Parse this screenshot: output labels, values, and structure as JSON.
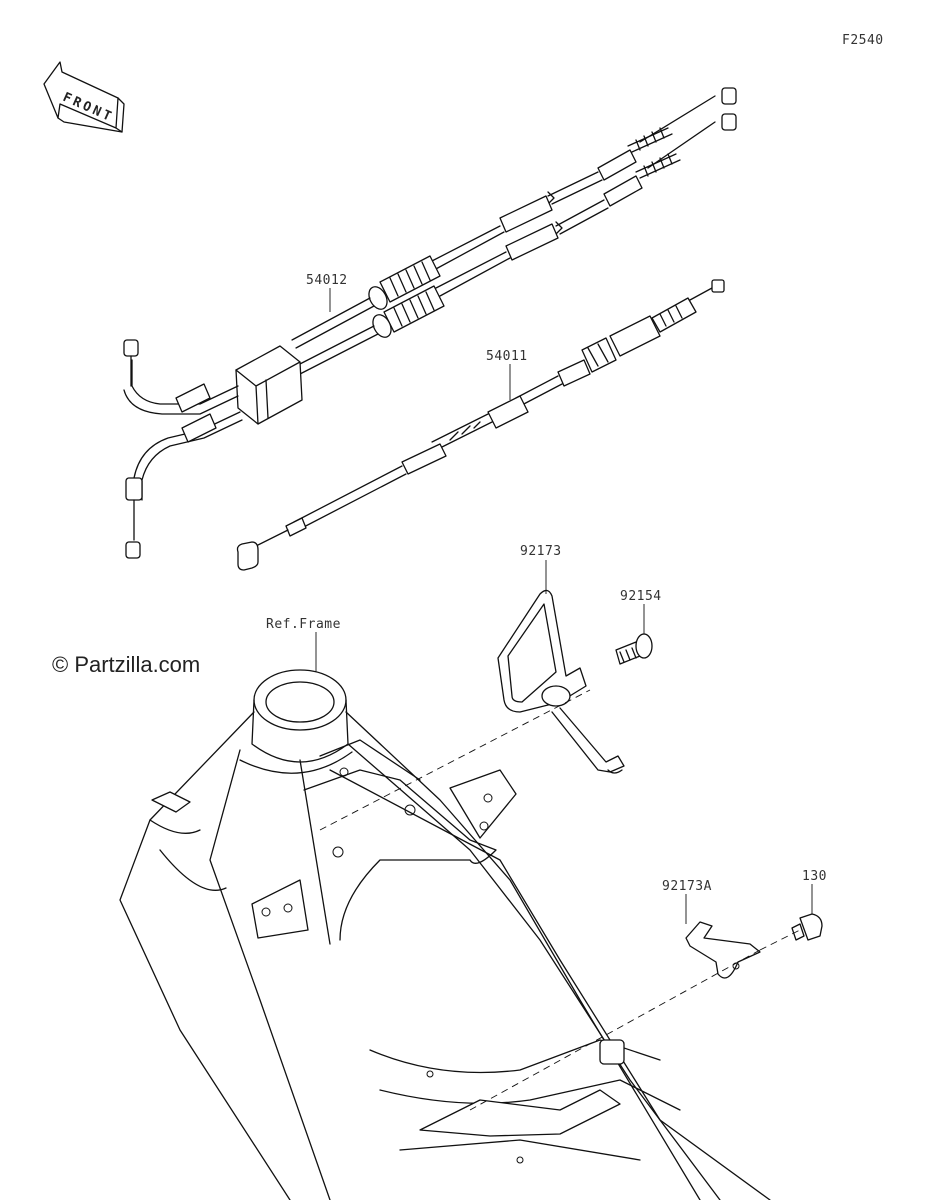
{
  "diagram_code": "F2540",
  "front_label": "FRONT",
  "copyright": "© Partzilla.com",
  "labels": {
    "p54012": "54012",
    "p54011": "54011",
    "p92173": "92173",
    "p92154": "92154",
    "ref_frame": "Ref.Frame",
    "p92173a": "92173A",
    "p130": "130"
  }
}
